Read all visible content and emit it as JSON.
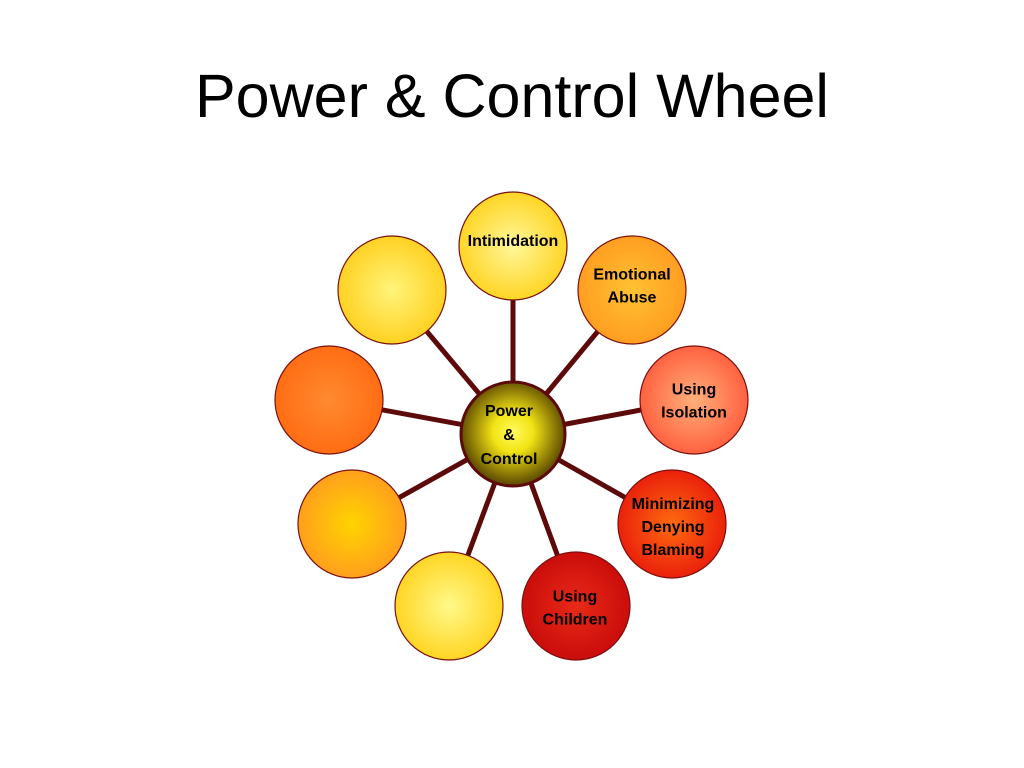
{
  "slide": {
    "title": "Power & Control Wheel"
  },
  "hub": {
    "lines": [
      "Power",
      "&",
      "Control"
    ]
  },
  "colors": {
    "spoke": "#5c0a0a",
    "node_stroke": "#7a1010"
  },
  "nodes": [
    {
      "lines": [
        "Intimidation"
      ],
      "fill_center": "#fff79a",
      "fill_edge": "#ffd21a"
    },
    {
      "lines": [
        "Emotional",
        "Abuse"
      ],
      "fill_center": "#ffc233",
      "fill_edge": "#ff9a1f"
    },
    {
      "lines": [
        "Using",
        "Isolation"
      ],
      "fill_center": "#ffb07a",
      "fill_edge": "#ff5a3a"
    },
    {
      "lines": [
        "Minimizing",
        "Denying",
        "Blaming"
      ],
      "fill_center": "#ff6a10",
      "fill_edge": "#e81a0a"
    },
    {
      "lines": [
        "Using",
        "Children"
      ],
      "fill_center": "#e82a18",
      "fill_edge": "#c80a0a"
    },
    {
      "lines": [],
      "fill_center": "#fff98a",
      "fill_edge": "#ffd21a"
    },
    {
      "lines": [],
      "fill_center": "#ffd400",
      "fill_edge": "#ff9a1f"
    },
    {
      "lines": [],
      "fill_center": "#ff8a30",
      "fill_edge": "#ff6a10"
    },
    {
      "lines": [],
      "fill_center": "#fff47a",
      "fill_edge": "#ffce1a"
    }
  ]
}
